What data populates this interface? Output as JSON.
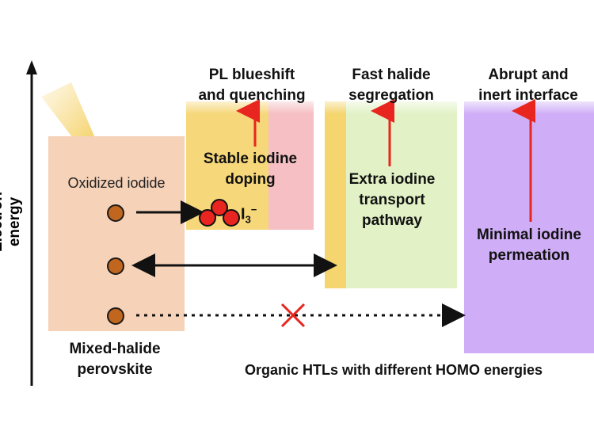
{
  "axis": {
    "label": "Electron energy"
  },
  "perovskite": {
    "title_line1": "Mixed-halide",
    "title_line2": "perovskite",
    "oxidized_label": "Oxidized iodide"
  },
  "htl1": {
    "top_line1": "PL blueshift",
    "top_line2": "and quenching",
    "body_line1": "Stable iodine",
    "body_line2": "doping",
    "species_base": "I",
    "species_sub": "3",
    "species_sup": "−"
  },
  "htl2": {
    "top_line1": "Fast halide",
    "top_line2": "segregation",
    "body_line1": "Extra iodine",
    "body_line2": "transport",
    "body_line3": "pathway"
  },
  "htl3": {
    "top_line1": "Abrupt and",
    "top_line2": "inert interface",
    "body_line1": "Minimal iodine",
    "body_line2": "permeation"
  },
  "bottom_caption": "Organic HTLs with different HOMO energies",
  "colors": {
    "perovskite_fill": "#f6d2b8",
    "htl1_yellow": "#f6d77a",
    "htl1_pink": "#f5bfc3",
    "htl2_yellow": "#f4d56e",
    "htl2_green": "#e2f2c6",
    "htl3_purple": "#cfaef7",
    "arrow_red": "#e8251f",
    "dot_orange": "#c0661e"
  }
}
